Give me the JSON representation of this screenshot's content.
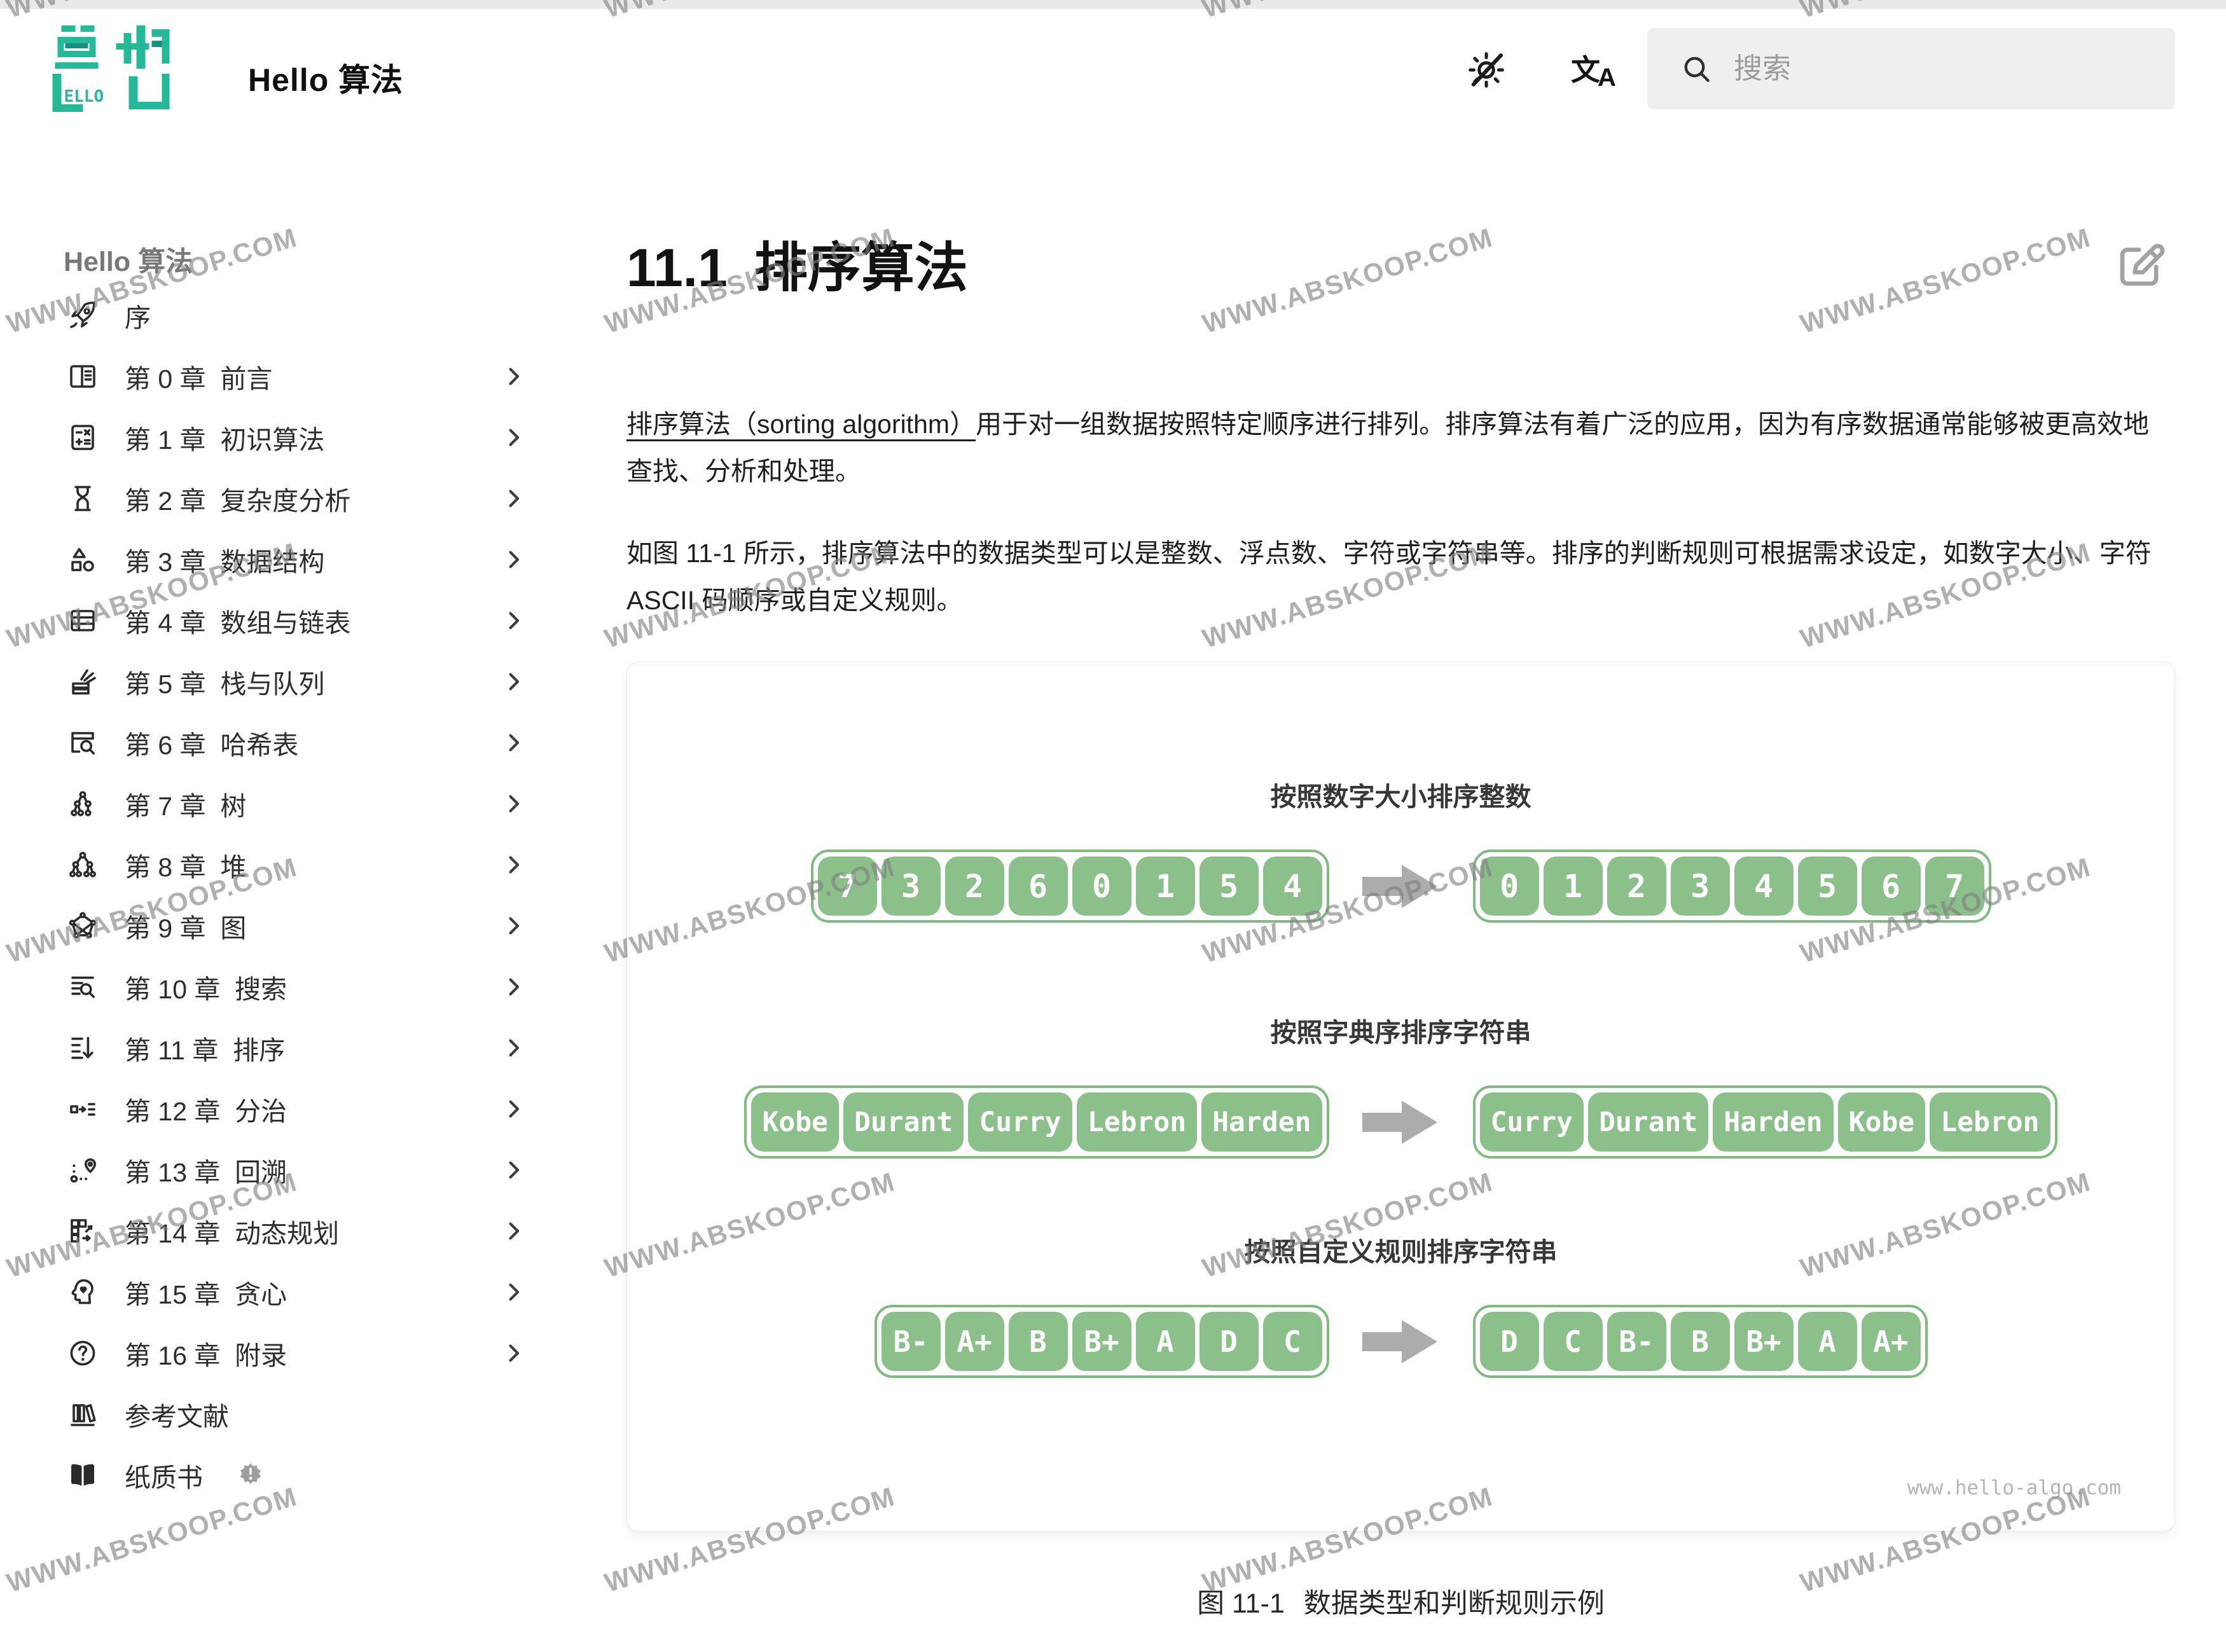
{
  "watermark": {
    "text": "WWW.ABSKOOP.COM"
  },
  "header": {
    "site_title": "Hello 算法",
    "search": {
      "placeholder": "搜索"
    },
    "language_glyph": {
      "cjk": "文",
      "latin": "A"
    }
  },
  "sidebar": {
    "header": "Hello 算法",
    "items": [
      {
        "icon": "rocket",
        "label": "序",
        "chevron": false,
        "badge": false
      },
      {
        "icon": "book-open",
        "label": "第 0 章  前言",
        "chevron": true,
        "badge": false
      },
      {
        "icon": "calculator",
        "label": "第 1 章  初识算法",
        "chevron": true,
        "badge": false
      },
      {
        "icon": "hourglass",
        "label": "第 2 章  复杂度分析",
        "chevron": true,
        "badge": false
      },
      {
        "icon": "shapes",
        "label": "第 3 章  数据结构",
        "chevron": true,
        "badge": false
      },
      {
        "icon": "table",
        "label": "第 4 章  数组与链表",
        "chevron": true,
        "badge": false
      },
      {
        "icon": "stack",
        "label": "第 5 章  栈与队列",
        "chevron": true,
        "badge": false
      },
      {
        "icon": "table-search",
        "label": "第 6 章  哈希表",
        "chevron": true,
        "badge": false
      },
      {
        "icon": "tree",
        "label": "第 7 章  树",
        "chevron": true,
        "badge": false
      },
      {
        "icon": "heap",
        "label": "第 8 章  堆",
        "chevron": true,
        "badge": false
      },
      {
        "icon": "graph",
        "label": "第 9 章  图",
        "chevron": true,
        "badge": false
      },
      {
        "icon": "list-search",
        "label": "第 10 章  搜索",
        "chevron": true,
        "badge": false
      },
      {
        "icon": "sort",
        "label": "第 11 章  排序",
        "chevron": true,
        "badge": false
      },
      {
        "icon": "divide",
        "label": "第 12 章  分治",
        "chevron": true,
        "badge": false
      },
      {
        "icon": "route",
        "label": "第 13 章  回溯",
        "chevron": true,
        "badge": false
      },
      {
        "icon": "grid-arrow",
        "label": "第 14 章  动态规划",
        "chevron": true,
        "badge": false
      },
      {
        "icon": "head-heart",
        "label": "第 15 章  贪心",
        "chevron": true,
        "badge": false
      },
      {
        "icon": "help-circle",
        "label": "第 16 章  附录",
        "chevron": true,
        "badge": false
      },
      {
        "icon": "library",
        "label": "参考文献",
        "chevron": false,
        "badge": false
      },
      {
        "icon": "open-book",
        "label": "纸质书",
        "chevron": false,
        "badge": true
      }
    ]
  },
  "content": {
    "heading": {
      "number": "11.1",
      "title": "排序算法"
    },
    "p1": {
      "term": "排序算法（sorting algorithm）",
      "rest": "用于对一组数据按照特定顺序进行排列。排序算法有着广泛的应用，因为有序数据通常能够被更高效地查找、分析和处理。"
    },
    "p2": "如图 11-1 所示，排序算法中的数据类型可以是整数、浮点数、字符或字符串等。排序的判断规则可根据需求设定，如数字大小、字符 ASCII 码顺序或自定义规则。",
    "figure": {
      "rows": [
        {
          "title": "按照数字大小排序整数",
          "cell_type": "digit",
          "before": [
            "7",
            "3",
            "2",
            "6",
            "0",
            "1",
            "5",
            "4"
          ],
          "after": [
            "0",
            "1",
            "2",
            "3",
            "4",
            "5",
            "6",
            "7"
          ]
        },
        {
          "title": "按照字典序排序字符串",
          "cell_type": "word",
          "before": [
            "Kobe",
            "Durant",
            "Curry",
            "Lebron",
            "Harden"
          ],
          "after": [
            "Curry",
            "Durant",
            "Harden",
            "Kobe",
            "Lebron"
          ]
        },
        {
          "title": "按照自定义规则排序字符串",
          "cell_type": "grade",
          "before": [
            "B-",
            "A+",
            "B",
            "B+",
            "A",
            "D",
            "C"
          ],
          "after": [
            "D",
            "C",
            "B-",
            "B",
            "B+",
            "A",
            "A+"
          ]
        }
      ],
      "brand_url": "www.hello-algo.com",
      "colors": {
        "cell_green": "#8BC08B",
        "border_green": "#7FBA7F",
        "arrow_gray": "#ACACAC"
      }
    },
    "caption": {
      "label": "图 11-1",
      "text": "数据类型和判断规则示例"
    }
  }
}
